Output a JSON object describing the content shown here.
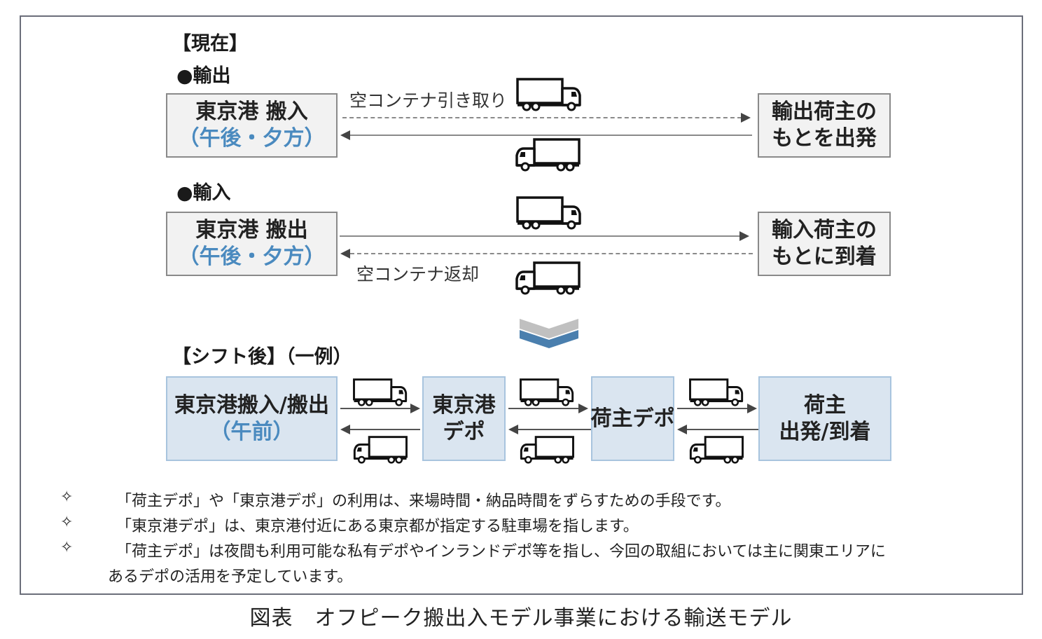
{
  "diagram": {
    "current": {
      "heading": "【現在】",
      "export": {
        "heading": "●輸出",
        "left_box": {
          "title": "東京港 搬入",
          "time": "（午後・夕方）"
        },
        "right_box": {
          "line1": "輸出荷主の",
          "line2": "もとを出発"
        },
        "top_arrow": {
          "label": "空コンテナ引き取り",
          "style": "dashed",
          "direction": "right"
        },
        "bottom_arrow": {
          "label": "",
          "style": "solid",
          "direction": "left"
        },
        "icons": [
          "truck-icon",
          "truck-icon"
        ]
      },
      "import": {
        "heading": "●輸入",
        "left_box": {
          "title": "東京港 搬出",
          "time": "（午後・夕方）"
        },
        "right_box": {
          "line1": "輸入荷主の",
          "line2": "もとに到着"
        },
        "top_arrow": {
          "label": "",
          "style": "solid",
          "direction": "right"
        },
        "bottom_arrow": {
          "label": "空コンテナ返却",
          "style": "dashed",
          "direction": "left"
        },
        "icons": [
          "truck-icon",
          "truck-icon"
        ]
      }
    },
    "transition_icon": "double-chevron-down-icon",
    "after": {
      "heading": "【シフト後】（一例）",
      "boxes": [
        {
          "line1": "東京港搬入/搬出",
          "line2": "（午前）"
        },
        {
          "line1": "東京港",
          "line2": "デポ"
        },
        {
          "line1": "荷主デポ",
          "line2": ""
        },
        {
          "line1": "荷主",
          "line2": "出発/到着"
        }
      ]
    },
    "colors": {
      "frame": "#6b6e7a",
      "gray_box_bg": "#f2f2f2",
      "blue_box_bg": "#dae5f0",
      "blue_box_border": "#a8c4de",
      "time_text": "#4a8abf",
      "chevron_gray": "#c0c0c0",
      "chevron_blue": "#4a7fae"
    }
  },
  "notes": {
    "bullet": "✧",
    "items": [
      "「荷主デポ」や「東京港デポ」の利用は、来場時間・納品時間をずらすための手段です。",
      "「東京港デポ」は、東京港付近にある東京都が指定する駐車場を指します。",
      "「荷主デポ」は夜間も利用可能な私有デポやインランドデポ等を指し、今回の取組においては主に関東エリアに"
    ],
    "continuation": "あるデポの活用を予定しています。"
  },
  "caption": "図表　オフピーク搬出入モデル事業における輸送モデル"
}
